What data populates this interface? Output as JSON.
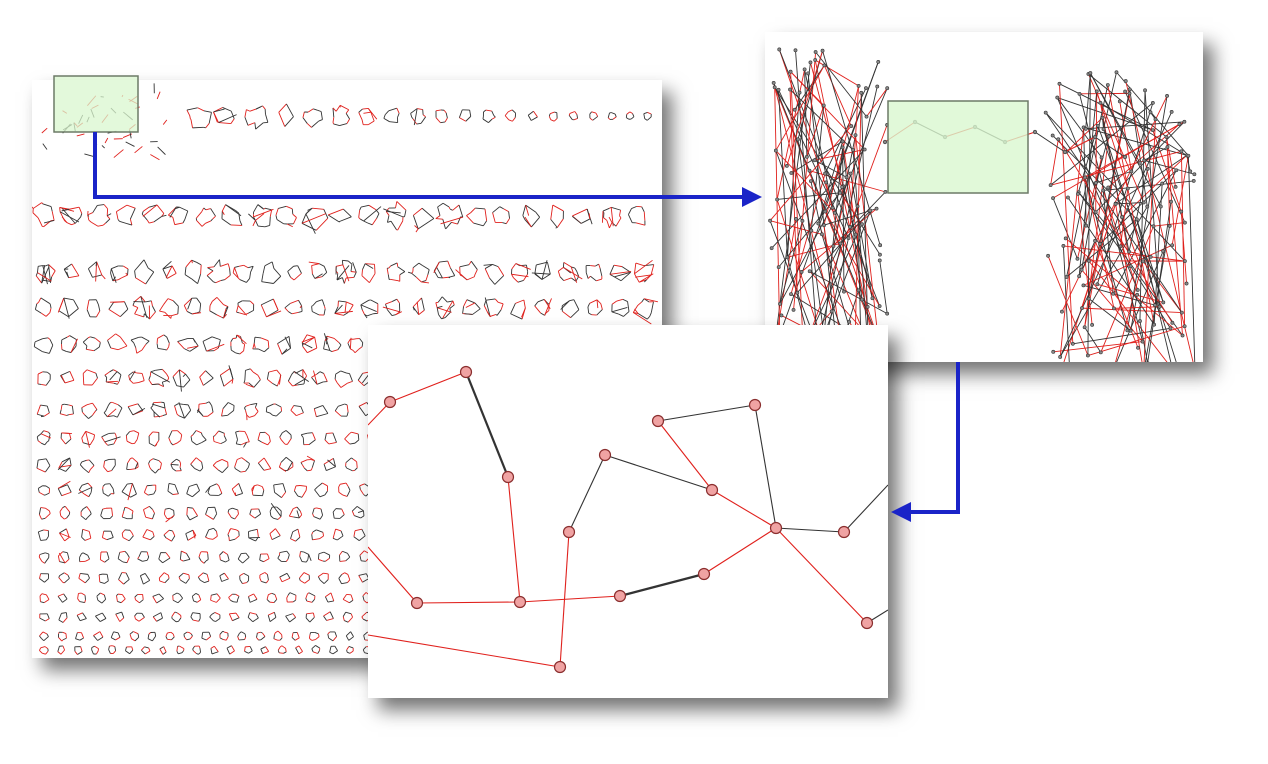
{
  "colors": {
    "black_edge": "#333333",
    "red_edge": "#e0201c",
    "node_fill": "#f0a3a3",
    "node_stroke": "#8a2e2e",
    "highlight_fill": "#d9f7cf",
    "highlight_stroke": "#6c7a67",
    "arrow": "#1a24c8"
  },
  "overview": {
    "description_icon": "graph-collection-grid"
  },
  "zoom1": {
    "icon": "large-graph-zoom"
  },
  "zoom2": {
    "icon": "subgraph-detail"
  }
}
